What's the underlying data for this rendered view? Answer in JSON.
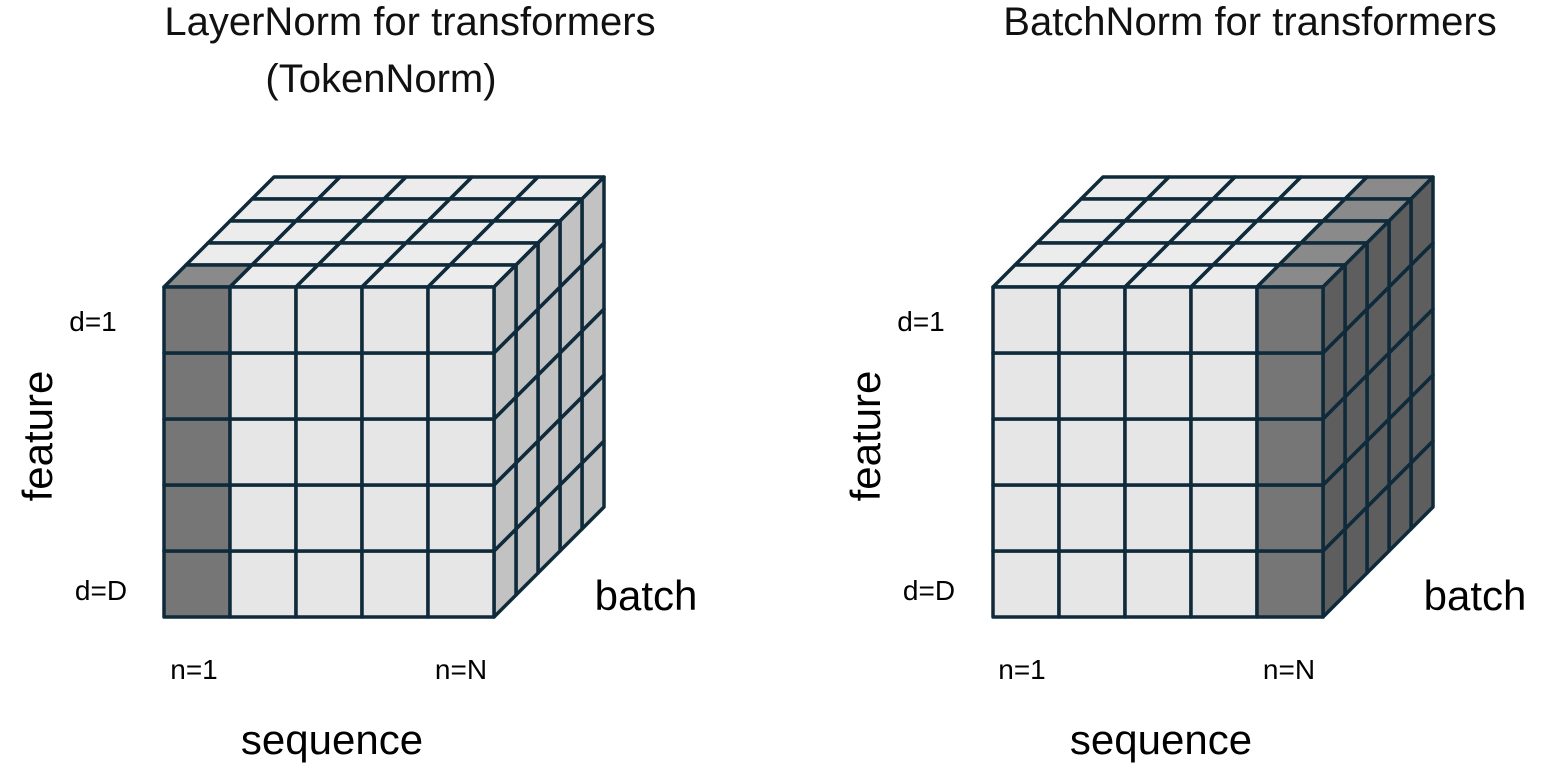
{
  "panels": [
    {
      "title_lines": [
        "LayerNorm for transformers",
        "(TokenNorm)"
      ],
      "highlight": "sequence-first-column",
      "labels": {
        "d_first": "d=1",
        "d_last": "d=D",
        "n_first": "n=1",
        "n_last": "n=N",
        "feature_axis": "feature",
        "sequence_axis": "sequence",
        "batch_axis": "batch"
      }
    },
    {
      "title_lines": [
        "BatchNorm for transformers"
      ],
      "highlight": "sequence-last-slab",
      "labels": {
        "d_first": "d=1",
        "d_last": "d=D",
        "n_first": "n=1",
        "n_last": "n=N",
        "feature_axis": "feature",
        "sequence_axis": "sequence",
        "batch_axis": "batch"
      }
    }
  ],
  "grid": {
    "sequence_cells": 5,
    "feature_cells": 5,
    "batch_cells": 5
  },
  "colors": {
    "light_face": "#e6e6e6",
    "front_highlight": "#767676",
    "side_highlight": "#5e5e5e",
    "top_highlight": "#8a8a8a",
    "side_plain": "#c2c2c2",
    "top_plain": "#ececec",
    "outline": "#0f2a3a"
  }
}
